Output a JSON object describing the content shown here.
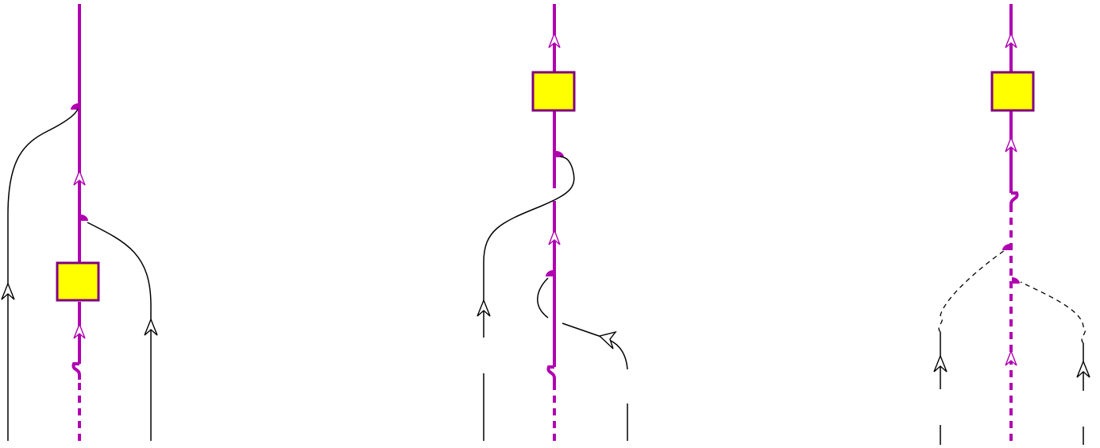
{
  "colors": {
    "main_strand": "#b000b0",
    "coupon_fill": "#ffff00",
    "coupon_border": "#800080",
    "strand": "#000000",
    "background": "#ffffff"
  },
  "panels": [
    {
      "id": "left",
      "coupons": 1,
      "vertices": 2,
      "external_strands": 2,
      "style": "solid"
    },
    {
      "id": "middle",
      "coupons": 1,
      "vertices": 2,
      "external_strands": 2,
      "style": "solid"
    },
    {
      "id": "right",
      "coupons": 1,
      "vertices": 2,
      "external_strands": 2,
      "style": "dashed"
    }
  ]
}
